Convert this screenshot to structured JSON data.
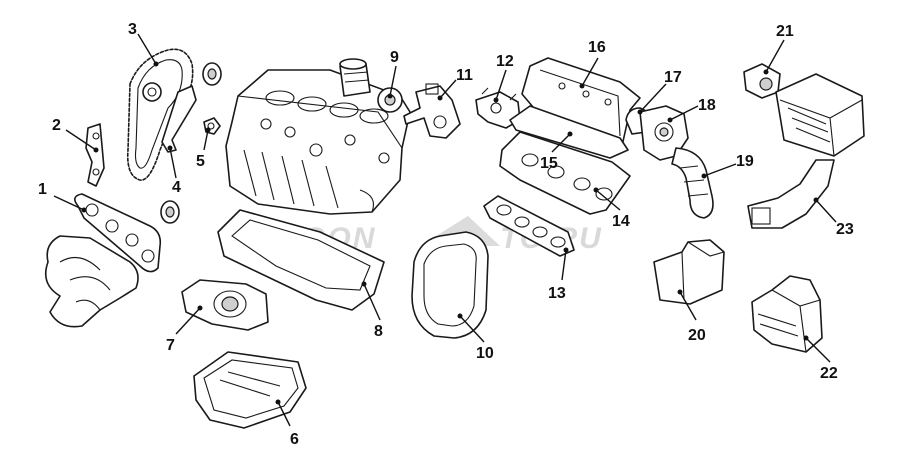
{
  "watermark": {
    "left": "EPOON",
    "right": "TO.RU",
    "color": "#d6d6d6"
  },
  "colors": {
    "line": "#1a1a1a",
    "background": "#ffffff",
    "shade": "#cfcfcf"
  },
  "callouts": [
    {
      "id": "c1",
      "label": "1"
    },
    {
      "id": "c2",
      "label": "2"
    },
    {
      "id": "c3",
      "label": "3"
    },
    {
      "id": "c4",
      "label": "4"
    },
    {
      "id": "c5",
      "label": "5"
    },
    {
      "id": "c6",
      "label": "6"
    },
    {
      "id": "c7",
      "label": "7"
    },
    {
      "id": "c8",
      "label": "8"
    },
    {
      "id": "c9",
      "label": "9"
    },
    {
      "id": "c10",
      "label": "10"
    },
    {
      "id": "c11",
      "label": "11"
    },
    {
      "id": "c12",
      "label": "12"
    },
    {
      "id": "c13",
      "label": "13"
    },
    {
      "id": "c14",
      "label": "14"
    },
    {
      "id": "c15",
      "label": "15"
    },
    {
      "id": "c16",
      "label": "16"
    },
    {
      "id": "c17",
      "label": "17"
    },
    {
      "id": "c18",
      "label": "18"
    },
    {
      "id": "c19",
      "label": "19"
    },
    {
      "id": "c20",
      "label": "20"
    },
    {
      "id": "c21",
      "label": "21"
    },
    {
      "id": "c22",
      "label": "22"
    },
    {
      "id": "c23",
      "label": "23"
    }
  ]
}
